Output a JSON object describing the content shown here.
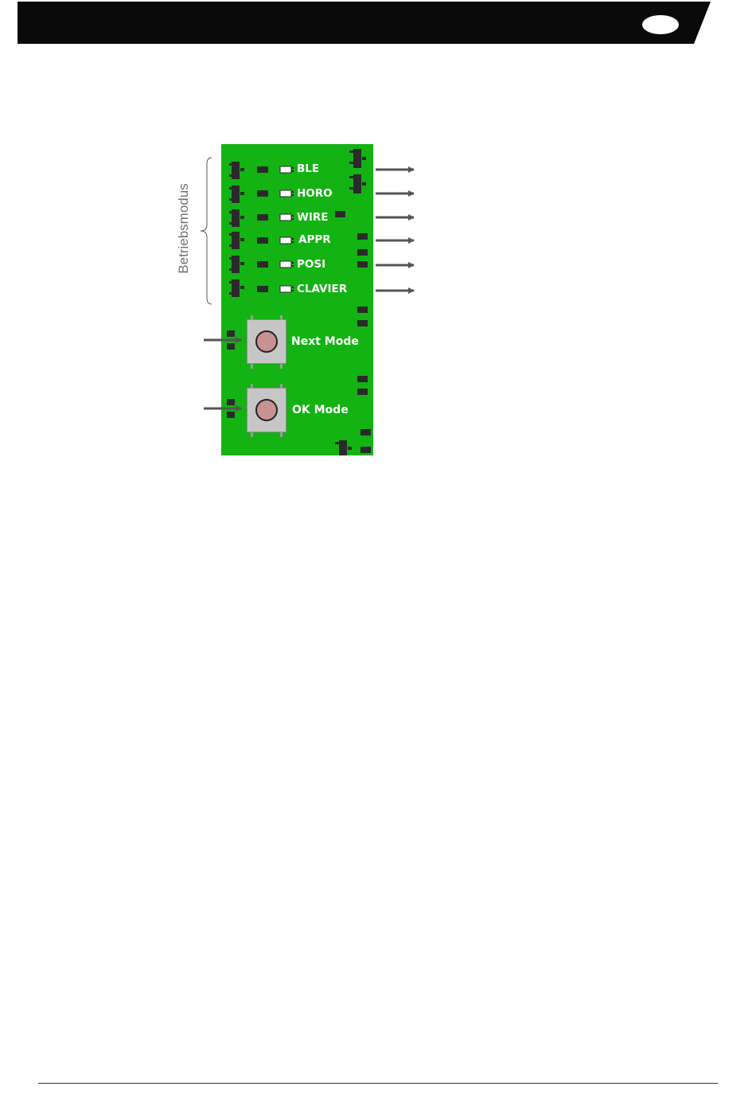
{
  "header": {
    "bar_color": "#0a0a0a",
    "badge_color": "#ffffff"
  },
  "diagram": {
    "side_label": "Betriebsmodus",
    "board_color": "#13b313",
    "led_labels": [
      "BLE",
      "HORO",
      "WIRE",
      "APPR",
      "POSI",
      "CLAVIER"
    ],
    "buttons": [
      {
        "label": "Next Mode"
      },
      {
        "label": "OK Mode"
      }
    ],
    "arrow_color": "#555555"
  }
}
